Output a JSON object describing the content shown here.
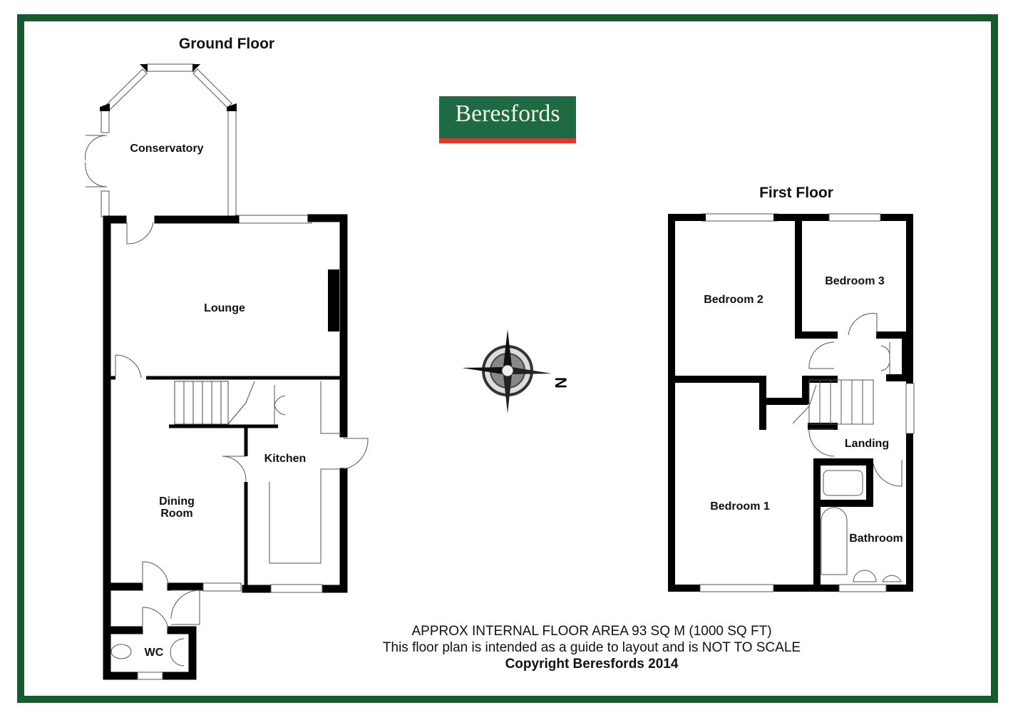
{
  "brand": {
    "name": "Beresfords",
    "green": "#1e6a45",
    "red": "#e0382c",
    "border": "#175a30"
  },
  "ground_floor": {
    "title": "Ground Floor",
    "rooms": [
      "Conservatory",
      "Lounge",
      "Kitchen",
      "Dining",
      "Room",
      "WC"
    ]
  },
  "first_floor": {
    "title": "First Floor",
    "rooms": [
      "Bedroom 2",
      "Bedroom 3",
      "Landing",
      "Bedroom 1",
      "Bathroom"
    ]
  },
  "compass": {
    "label": "N",
    "icon": "compass-rose-icon"
  },
  "footer": {
    "area": "APPROX INTERNAL FLOOR AREA 93 SQ M (1000 SQ FT)",
    "disclaimer": "This floor plan is intended as a guide to layout and is NOT TO SCALE",
    "copyright": "Copyright Beresfords 2014"
  }
}
